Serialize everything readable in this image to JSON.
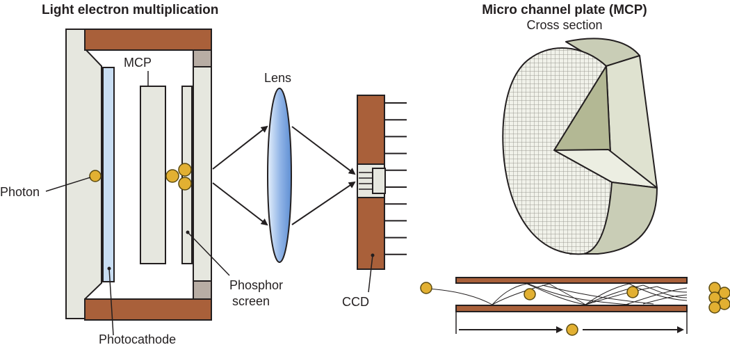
{
  "titles": {
    "left": "Light electron multiplication",
    "right": "Micro channel plate (MCP)",
    "right_sub": "Cross section"
  },
  "labels": {
    "mcp": "MCP",
    "lens": "Lens",
    "photon": "Photon",
    "phosphor_line1": "Phosphor",
    "phosphor_line2": "screen",
    "ccd": "CCD",
    "photocathode": "Photocathode"
  },
  "colors": {
    "housing": "#e6e7df",
    "housing_brown": "#a9603a",
    "seal": "#b8ada4",
    "photocathode": "#c9def3",
    "lens_light": "#e4effb",
    "lens_dark": "#5f8fd3",
    "electron": "#e2b032",
    "electron_edge": "#5b4a10",
    "mcp_disk_face": "#eeefe6",
    "mcp_disk_side": "#c9cdb6",
    "mcp_disk_dark": "#a8ae8e",
    "ink": "#231f20"
  }
}
